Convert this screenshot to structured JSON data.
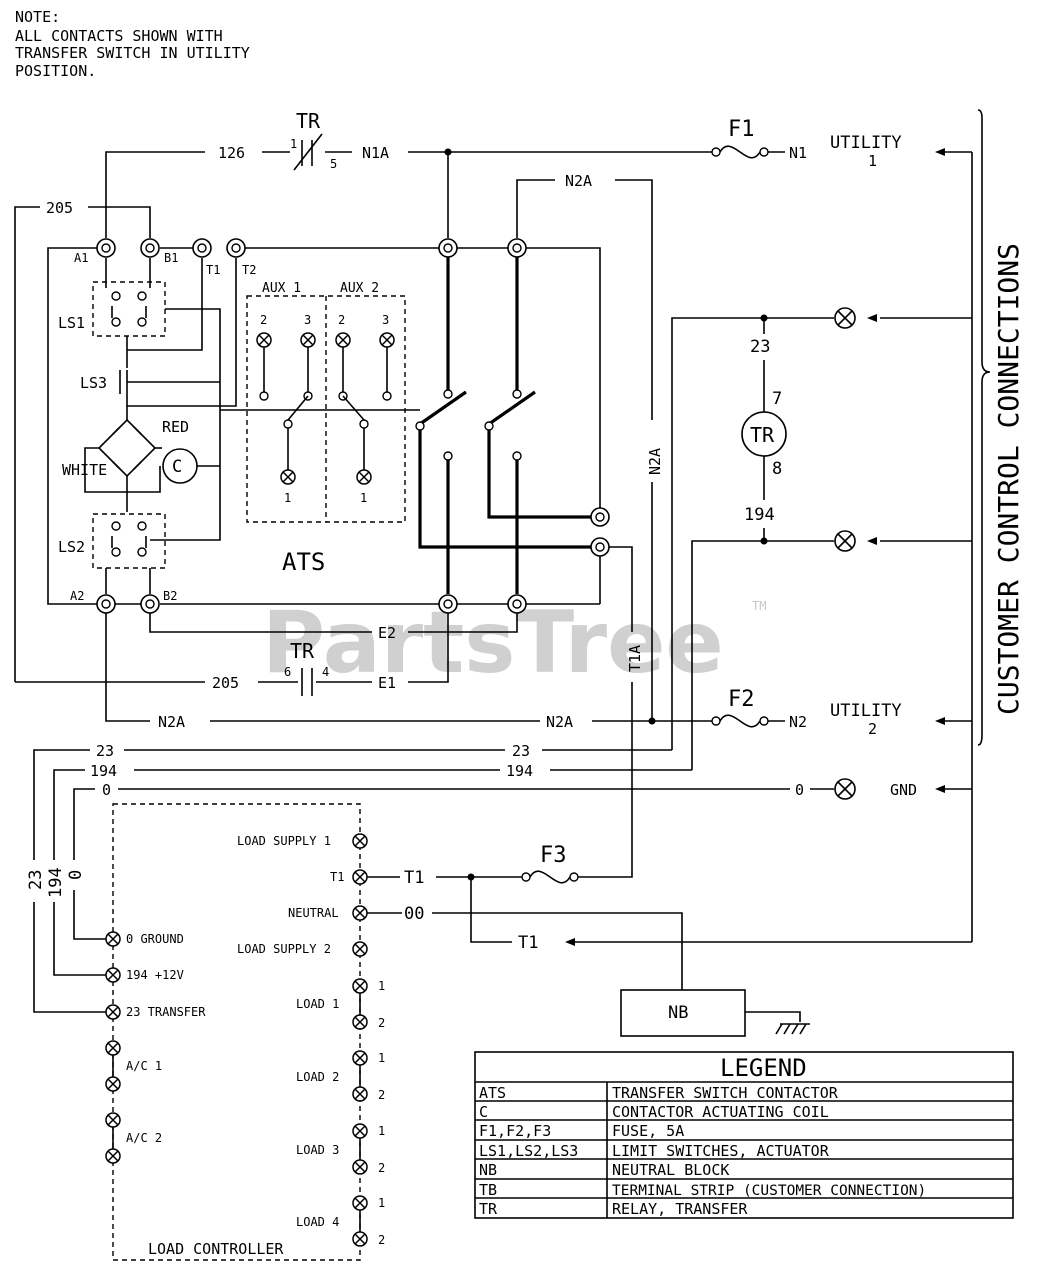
{
  "note": [
    "NOTE:",
    "ALL CONTACTS SHOWN WITH",
    "TRANSFER SWITCH IN UTILITY",
    "POSITION."
  ],
  "side_title": "CUSTOMER CONTROL CONNECTIONS",
  "watermark": "PartsTree",
  "watermark_tm": "TM",
  "wires": {
    "w126": "126",
    "n1a": "N1A",
    "n1": "N1",
    "n2a": "N2A",
    "n2": "N2",
    "w205": "205",
    "e1": "E1",
    "e2": "E2",
    "t1a": "T1A",
    "t1": "T1",
    "w23": "23",
    "w194": "194",
    "w0": "0",
    "w00": "00"
  },
  "relay": {
    "name": "TR",
    "pin1": "1",
    "pin5": "5",
    "pin6": "6",
    "pin4": "4",
    "pin7": "7",
    "pin8": "8"
  },
  "fuses": {
    "f1": "F1",
    "f2": "F2",
    "f3": "F3"
  },
  "utility1": {
    "label": "UTILITY",
    "num": "1"
  },
  "utility2": {
    "label": "UTILITY",
    "num": "2"
  },
  "gnd": "GND",
  "ats": {
    "title": "ATS",
    "terminals": {
      "a1": "A1",
      "b1": "B1",
      "t1": "T1",
      "t2": "T2",
      "a2": "A2",
      "b2": "B2"
    },
    "switches": {
      "ls1": "LS1",
      "ls2": "LS2",
      "ls3": "LS3"
    },
    "aux1": {
      "label": "AUX 1",
      "p2": "2",
      "p3": "3",
      "p1": "1"
    },
    "aux2": {
      "label": "AUX 2",
      "p2": "2",
      "p3": "3",
      "p1": "1"
    },
    "red": "RED",
    "white": "WHITE",
    "coil": "C"
  },
  "nb": "NB",
  "load_controller": {
    "title": "LOAD CONTROLLER",
    "left": [
      "0 GROUND",
      "194 +12V",
      "23 TRANSFER",
      "A/C 1",
      "A/C 2"
    ],
    "right": [
      "LOAD SUPPLY 1",
      "T1",
      "NEUTRAL",
      "LOAD SUPPLY 2",
      "LOAD 1",
      "LOAD 2",
      "LOAD 3",
      "LOAD 4"
    ],
    "pin1": "1",
    "pin2": "2"
  },
  "legend": {
    "title": "LEGEND",
    "rows": [
      {
        "code": "ATS",
        "desc": "TRANSFER SWITCH CONTACTOR"
      },
      {
        "code": "C",
        "desc": "CONTACTOR ACTUATING COIL"
      },
      {
        "code": "F1,F2,F3",
        "desc": "FUSE, 5A"
      },
      {
        "code": "LS1,LS2,LS3",
        "desc": "LIMIT SWITCHES, ACTUATOR"
      },
      {
        "code": "NB",
        "desc": "NEUTRAL BLOCK"
      },
      {
        "code": "TB",
        "desc": "TERMINAL STRIP (CUSTOMER CONNECTION)"
      },
      {
        "code": "TR",
        "desc": "RELAY, TRANSFER"
      }
    ]
  }
}
